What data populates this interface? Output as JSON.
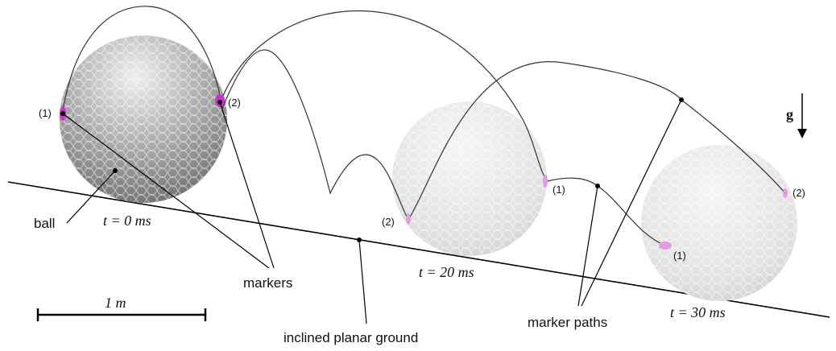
{
  "labels": {
    "ball": "ball",
    "markers": "markers",
    "marker_paths": "marker paths",
    "ground": "inclined planar ground",
    "gravity": "g",
    "scale": "1 m"
  },
  "time_labels": {
    "t0": "t = 0 ms",
    "t20": "t = 20 ms",
    "t30": "t = 30 ms"
  },
  "marker_ids": {
    "m1": "(1)",
    "m2": "(2)"
  },
  "colors": {
    "marker": "#cc33cc",
    "line": "#000000",
    "path": "#333333",
    "ball_dark": "#8a8a8a",
    "ball_light": "#ebebeb"
  },
  "icons": {
    "gravity": "down-arrow-icon"
  }
}
